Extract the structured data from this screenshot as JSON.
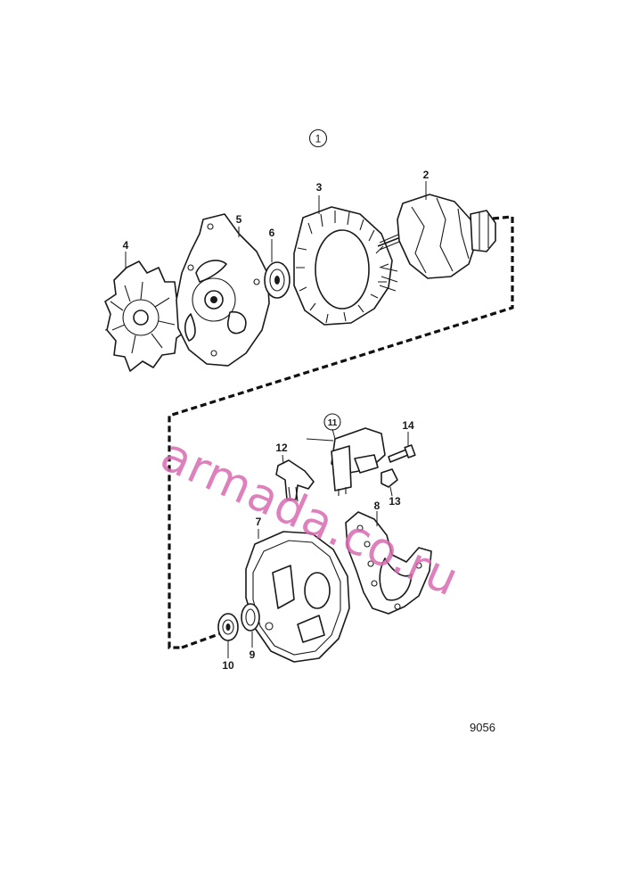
{
  "group_number": "1",
  "figure_number": "9056",
  "watermark_text": "armada.co.ru",
  "callouts": {
    "c1": "1",
    "c2": "2",
    "c3": "3",
    "c4": "4",
    "c5": "5",
    "c6": "6",
    "c7": "7",
    "c8": "8",
    "c9": "9",
    "c10": "10",
    "c11": "11",
    "c12": "12",
    "c13": "13",
    "c14": "14"
  },
  "colors": {
    "line": "#1a1a1a",
    "watermark": "#d86bb0",
    "background": "#ffffff"
  }
}
